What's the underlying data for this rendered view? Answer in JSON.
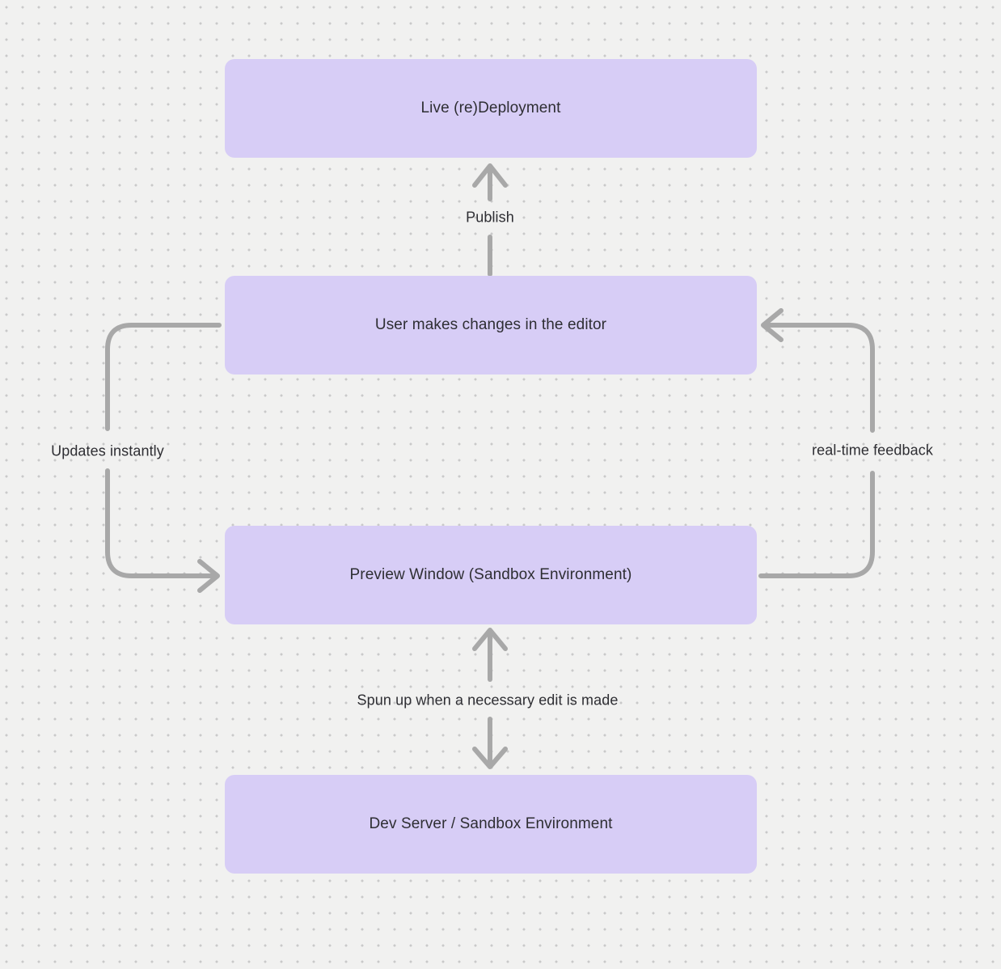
{
  "colors": {
    "canvas_bg": "#f1f1f0",
    "dot": "#c9c9c9",
    "node_fill": "#d7cdf6",
    "node_text": "#2e2e33",
    "arrow": "#a8a8a8",
    "label_text": "#2e2e33"
  },
  "diagram": {
    "type": "flowchart",
    "background": "dot-grid"
  },
  "nodes": [
    {
      "id": "live-redeployment",
      "label": "Live (re)Deployment"
    },
    {
      "id": "user-editor",
      "label": "User makes changes in the editor"
    },
    {
      "id": "preview-window",
      "label": "Preview Window (Sandbox Environment)"
    },
    {
      "id": "dev-server",
      "label": "Dev Server / Sandbox Environment"
    }
  ],
  "edges": [
    {
      "id": "publish",
      "label": "Publish",
      "from": "user-editor",
      "to": "live-redeployment",
      "style": "straight-up-arrow"
    },
    {
      "id": "updates-instantly",
      "label": "Updates instantly",
      "from": "user-editor",
      "to": "preview-window",
      "style": "left-side-loop-arrow"
    },
    {
      "id": "real-time-feedback",
      "label": "real-time feedback",
      "from": "preview-window",
      "to": "user-editor",
      "style": "right-side-loop-arrow"
    },
    {
      "id": "spun-up",
      "label": "Spun up when a necessary edit is made",
      "from": "preview-window",
      "to": "dev-server",
      "style": "bidirectional-vertical-arrow"
    }
  ]
}
